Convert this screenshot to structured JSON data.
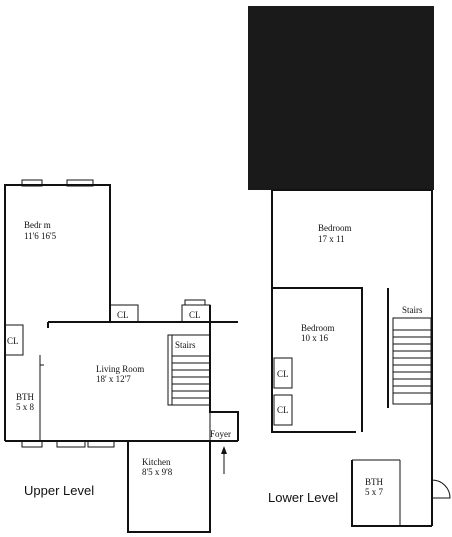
{
  "upper": {
    "level_label": "Upper Level",
    "bedroom": {
      "name": "Bedr   m",
      "size": "11'6  16'5"
    },
    "closet_1": "CL",
    "closet_2": "CL",
    "closet_3": "CL",
    "stairs": "Stairs",
    "living_room": {
      "name": "Living Room",
      "size": "18' x 12'7"
    },
    "bath": {
      "name": "BTH",
      "size": "5 x 8"
    },
    "foyer": "Foyer",
    "kitchen": {
      "name": "Kitchen",
      "size": "8'5 x 9'8"
    }
  },
  "lower": {
    "level_label": "Lower Level",
    "bedroom_1": {
      "name": "Bedroom",
      "size": "17 x 11"
    },
    "bedroom_2": {
      "name": "Bedroom",
      "size": "10 x 16"
    },
    "closet_1": "CL",
    "closet_2": "CL",
    "stairs": "Stairs",
    "bath": {
      "name": "BTH",
      "size": "5 x 7"
    }
  },
  "colors": {
    "ink": "#111111",
    "redacted_block": "#1a1a1a"
  }
}
